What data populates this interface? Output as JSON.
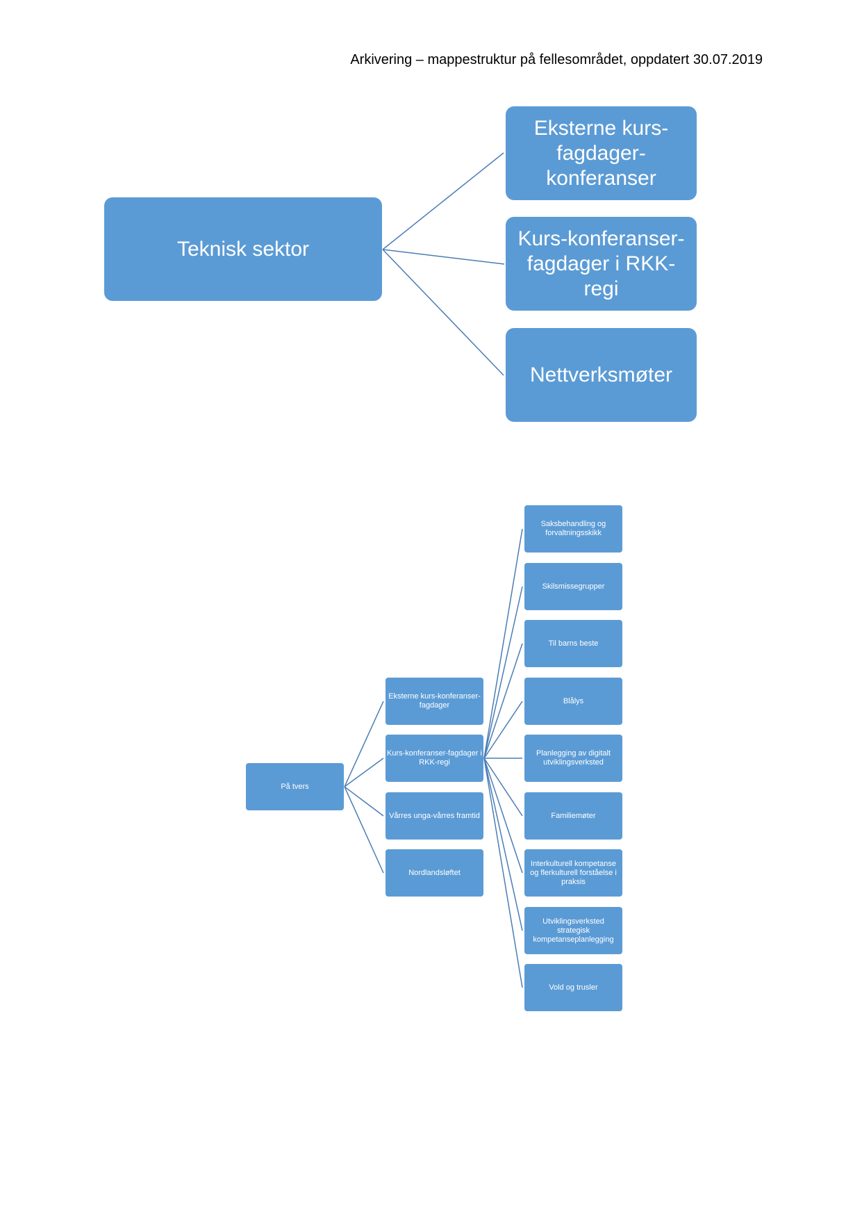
{
  "header": {
    "title": "Arkivering – mappestruktur på fellesområdet, oppdatert 30.07.2019"
  },
  "diagram1": {
    "root": "Teknisk sektor",
    "children": [
      "Eksterne kurs-fagdager-konferanser",
      "Kurs-konferanser-fagdager i RKK-regi",
      "Nettverksmøter"
    ]
  },
  "diagram2": {
    "root": "På tvers",
    "level2": [
      "Eksterne kurs-konferanser-fagdager",
      "Kurs-konferanser-fagdager i RKK-regi",
      "Vårres unga-vårres framtid",
      "Nordlandsløftet"
    ],
    "level3": [
      "Saksbehandling og forvaltningsskikk",
      "Skilsmissegrupper",
      "Til barns beste",
      "Blålys",
      "Planlegging av digitalt utviklingsverksted",
      "Familiemøter",
      "Interkulturell kompetanse og flerkulturell forståelse i praksis",
      "Utviklingsverksted strategisk kompetanseplanlegging",
      "Vold og trusler"
    ]
  },
  "colors": {
    "box": "#5b9bd5",
    "connector": "#4a7db5",
    "box_text": "#ffffff"
  }
}
